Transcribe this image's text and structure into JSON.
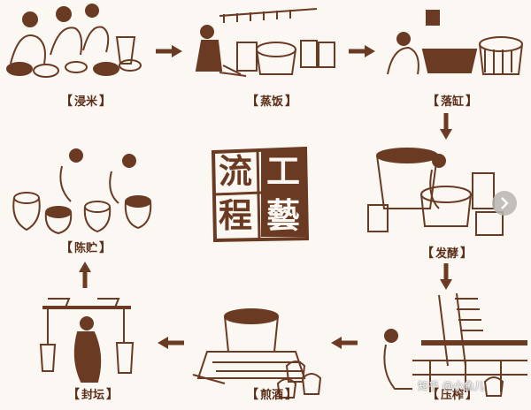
{
  "diagram": {
    "seal": {
      "chars": [
        "流",
        "工",
        "程",
        "藝"
      ]
    },
    "steps": [
      {
        "id": "soak",
        "label": "浸米"
      },
      {
        "id": "steam",
        "label": "蒸饭"
      },
      {
        "id": "vat",
        "label": "落缸"
      },
      {
        "id": "ferment",
        "label": "发酵"
      },
      {
        "id": "press",
        "label": "压榨"
      },
      {
        "id": "decoct",
        "label": "煎酒"
      },
      {
        "id": "seal",
        "label": "封坛"
      },
      {
        "id": "store",
        "label": "陈贮"
      }
    ],
    "bracket_open": "【",
    "bracket_close": "】"
  },
  "watermark": "知乎 @小鱼儿",
  "colors": {
    "ink": "#6b3a22",
    "dark": "#5a2e18",
    "paper": "#fbf8f3",
    "seal": "#6b3a22"
  },
  "icons": {
    "nav": "chevron-right-icon",
    "arrow": "arrow-icon"
  }
}
